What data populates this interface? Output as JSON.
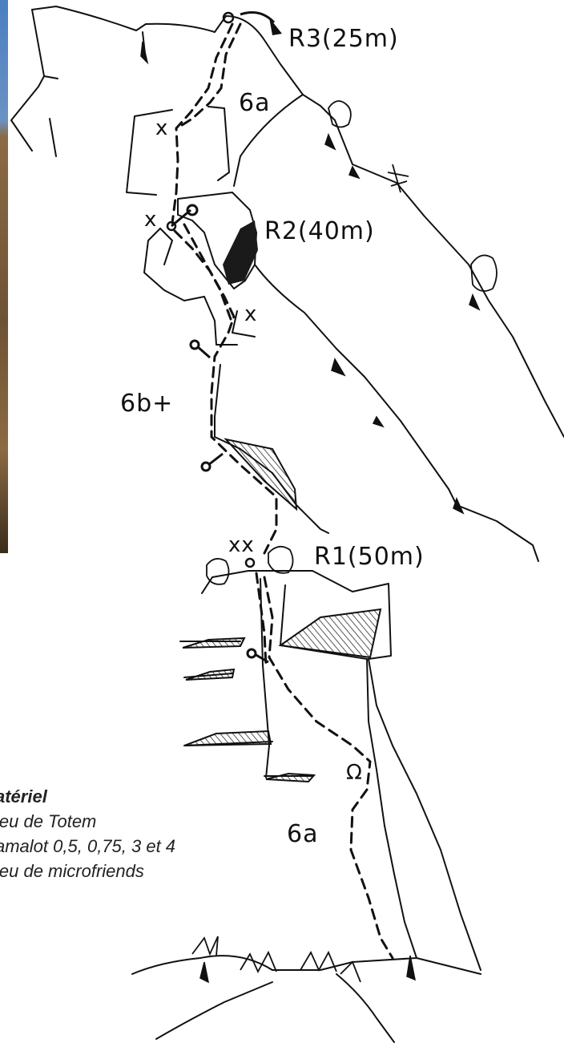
{
  "relays": [
    {
      "label": "R3(25m)"
    },
    {
      "label": "R2(40m)"
    },
    {
      "label": "R1(50m)"
    }
  ],
  "grades": [
    "6a",
    "6b+",
    "6a"
  ],
  "marks": {
    "x1": "x",
    "x2": "x",
    "x3": "x",
    "xx": "xx",
    "omega": "Ω"
  },
  "materiel": {
    "title": "atériel",
    "items": [
      "jeu de Totem",
      "amalot 0,5, 0,75, 3 et 4",
      "jeu de microfriends"
    ]
  },
  "colors": {
    "ink": "#111111",
    "paper": "#ffffff",
    "photo_sky": "#4a7fc0",
    "photo_rock": "#7a5c3a"
  }
}
